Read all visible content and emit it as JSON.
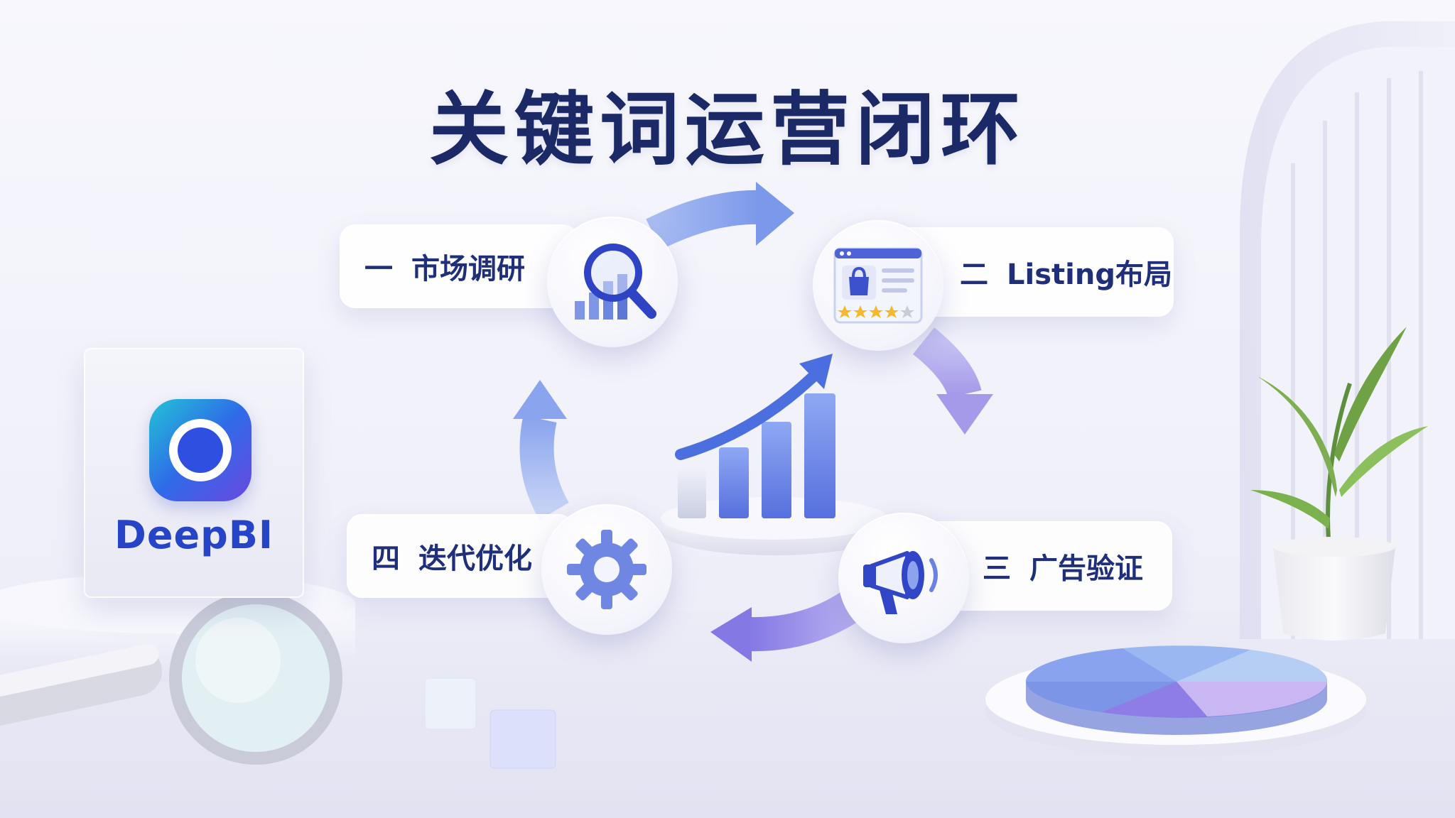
{
  "title": "关键词运营闭环",
  "brand": {
    "name": "DeepBI"
  },
  "steps": [
    {
      "num": "一",
      "label": "市场调研",
      "icon": "magnifier-chart-icon"
    },
    {
      "num": "二",
      "label": "Listing布局",
      "icon": "product-listing-icon"
    },
    {
      "num": "三",
      "label": "广告验证",
      "icon": "megaphone-icon"
    },
    {
      "num": "四",
      "label": "迭代优化",
      "icon": "gear-icon"
    }
  ],
  "colors": {
    "title": "#1b2a66",
    "label": "#1f2f7a",
    "accent_blue": "#3d55d6",
    "accent_purple": "#8f83ea",
    "star": "#f5b82e"
  }
}
